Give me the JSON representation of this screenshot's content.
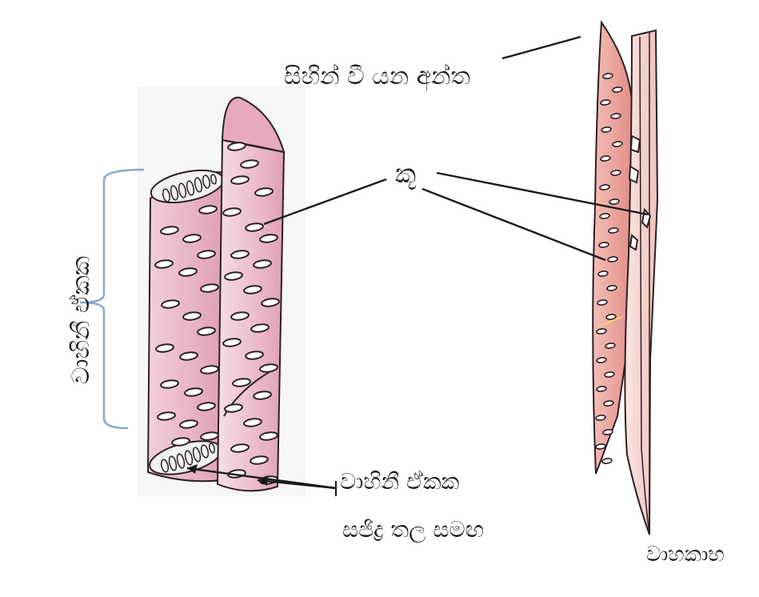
{
  "labels": {
    "tapering_end": "සිහින් වී යන අන්ත",
    "pit": "කූ",
    "vessel_member": "වාහිනී ඒකක",
    "perforation_plate": "සජිද්‍ර තල සමඟ",
    "tracheid": "වාහකාභ",
    "vessel": "වාහිනී ඒකක"
  },
  "colors": {
    "vessel_fill": "#eab2c6",
    "vessel_light": "#f6dde6",
    "tracheid_fill": "#eda5a0",
    "tracheid_light": "#f7d3cf",
    "outline": "#2b2024",
    "bracket": "#86a5c4"
  }
}
